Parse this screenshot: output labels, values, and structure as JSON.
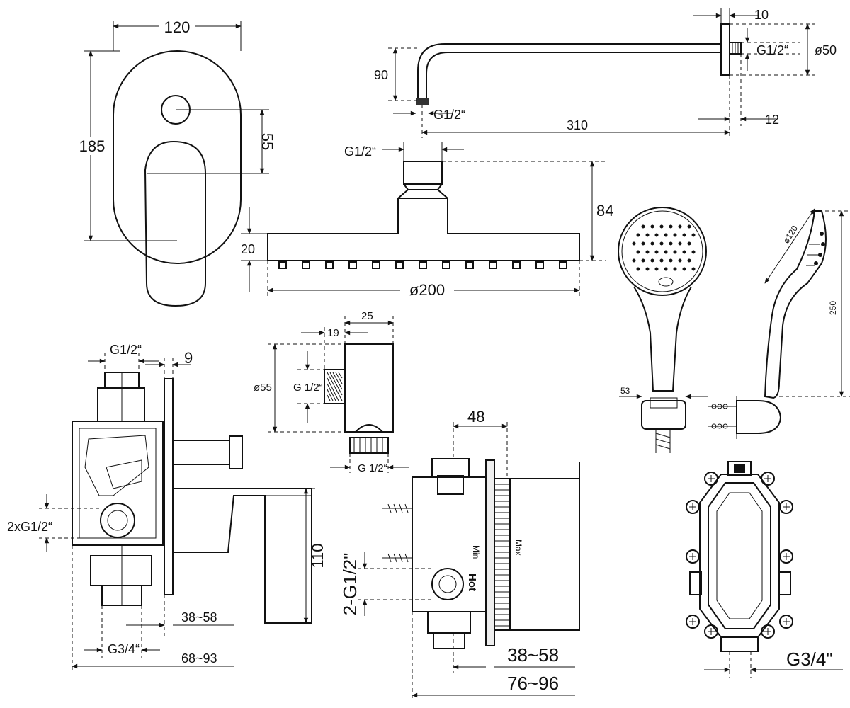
{
  "valve_cover": {
    "width": "120",
    "height": "185",
    "hole_offset": "55"
  },
  "shower_arm": {
    "flange_thickness": "10",
    "thread": "G1/2“",
    "flange_diameter": "ø50",
    "drop": "90",
    "outlet_thread": "G1/2“",
    "length": "310",
    "wall_offset": "12"
  },
  "head_shower": {
    "inlet_thread": "G1/2“",
    "total_height": "84",
    "head_thickness": "20",
    "diameter": "ø200"
  },
  "wall_outlet": {
    "width": "25",
    "depth": "19",
    "diameter": "ø55",
    "thread_side": "G 1/2“",
    "thread_bottom": "G 1/2“"
  },
  "hand_shower": {
    "diameter": "ø120",
    "length": "250",
    "holder": "53"
  },
  "valve_body_left": {
    "top_thread": "G1/2“",
    "plate": "9",
    "side_threads": "2xG1/2“",
    "handle_height": "110",
    "depth_range_1": "38~58",
    "bottom_thread": "G3/4“",
    "depth_range_2": "68~93"
  },
  "valve_body_center": {
    "width": "48",
    "min_label": "Min",
    "max_label": "Max",
    "hot_label": "Hot",
    "side_threads": "2-G1/2\"",
    "depth_range_1": "38~58",
    "depth_range_2": "76~96"
  },
  "box_front": {
    "thread": "G3/4\""
  }
}
